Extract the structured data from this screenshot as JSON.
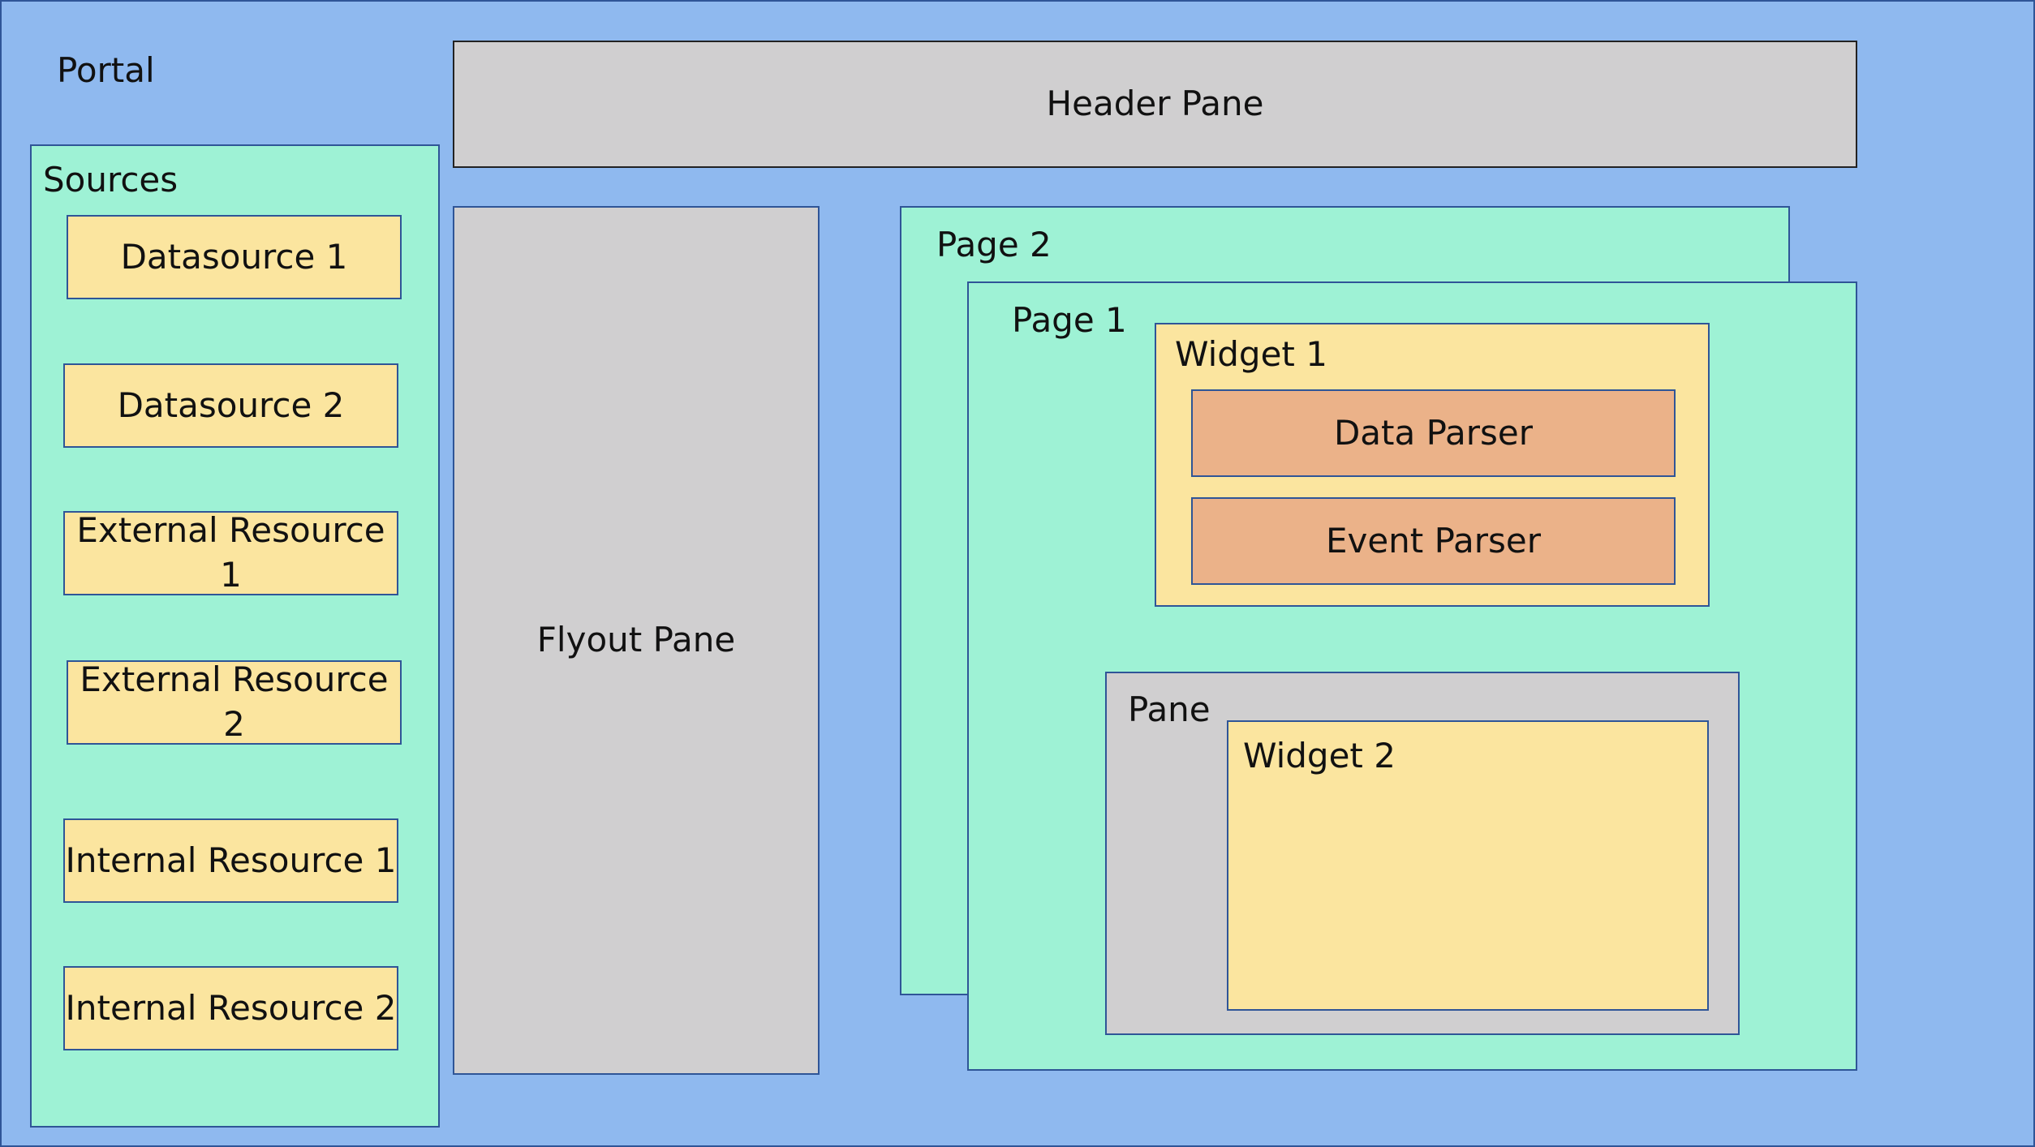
{
  "portal": {
    "label": "Portal"
  },
  "header_pane": {
    "label": "Header Pane"
  },
  "sources": {
    "label": "Sources",
    "items": [
      {
        "label": "Datasource 1"
      },
      {
        "label": "Datasource 2"
      },
      {
        "label": "External Resource 1"
      },
      {
        "label": "External Resource 2"
      },
      {
        "label": "Internal Resource 1"
      },
      {
        "label": "Internal Resource 2"
      }
    ]
  },
  "flyout_pane": {
    "label": "Flyout Pane"
  },
  "page_2": {
    "label": "Page 2"
  },
  "page_1": {
    "label": "Page 1",
    "widget_1": {
      "label": "Widget 1",
      "data_parser": "Data Parser",
      "event_parser": "Event Parser"
    },
    "pane": {
      "label": "Pane",
      "widget_2": {
        "label": "Widget 2"
      }
    }
  },
  "colors": {
    "portal": "#8fb9ef",
    "container": "#9ef2d5",
    "pane": "#d0cfd0",
    "widget": "#fbe59f",
    "parser": "#ebb289",
    "border": "#2f5597"
  }
}
